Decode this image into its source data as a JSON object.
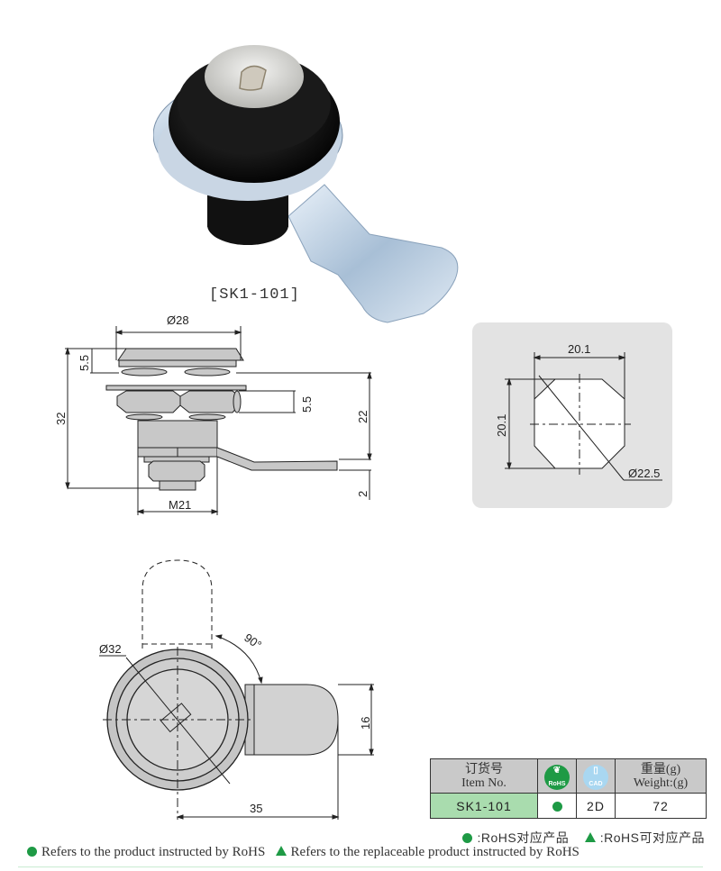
{
  "product": {
    "photo_alt": "Cam lock photo",
    "caption": "[SK1-101]"
  },
  "side_view": {
    "dims": {
      "top_diameter": "Ø28",
      "head_height": "5.5",
      "total_height": "32",
      "nut_height": "5.5",
      "cam_offset": "22",
      "cam_thickness": "2",
      "thread": "M21"
    }
  },
  "cutout_view": {
    "width": "20.1",
    "height": "20.1",
    "diameter": "Ø22.5"
  },
  "front_view": {
    "diameter": "Ø32",
    "rotation": "90°",
    "cam_width": "16",
    "cam_length": "35"
  },
  "spec_table": {
    "headers": {
      "item_cn": "订货号",
      "item_en": "Item No.",
      "rohs_icon": "RoHS",
      "cad_icon": "CAD",
      "weight_cn": "重量(g)",
      "weight_en": "Weight:(g)"
    },
    "rows": [
      {
        "item_no": "SK1-101",
        "rohs": "●",
        "cad": "2D",
        "weight": "72"
      }
    ]
  },
  "legend": {
    "cn_rohs": ":RoHS对应产品",
    "cn_replaceable": ":RoHS可对应产品",
    "en_rohs": "Refers to the product instructed by RoHS",
    "en_replaceable": "Refers to the replaceable product instructed by RoHS"
  },
  "colors": {
    "rohs_green": "#1e9a45",
    "cad_blue": "#a9d7f1",
    "item_cell_green": "#a9dcae",
    "header_gray": "#c9c9c9",
    "panel_gray": "#e3e3e3"
  }
}
